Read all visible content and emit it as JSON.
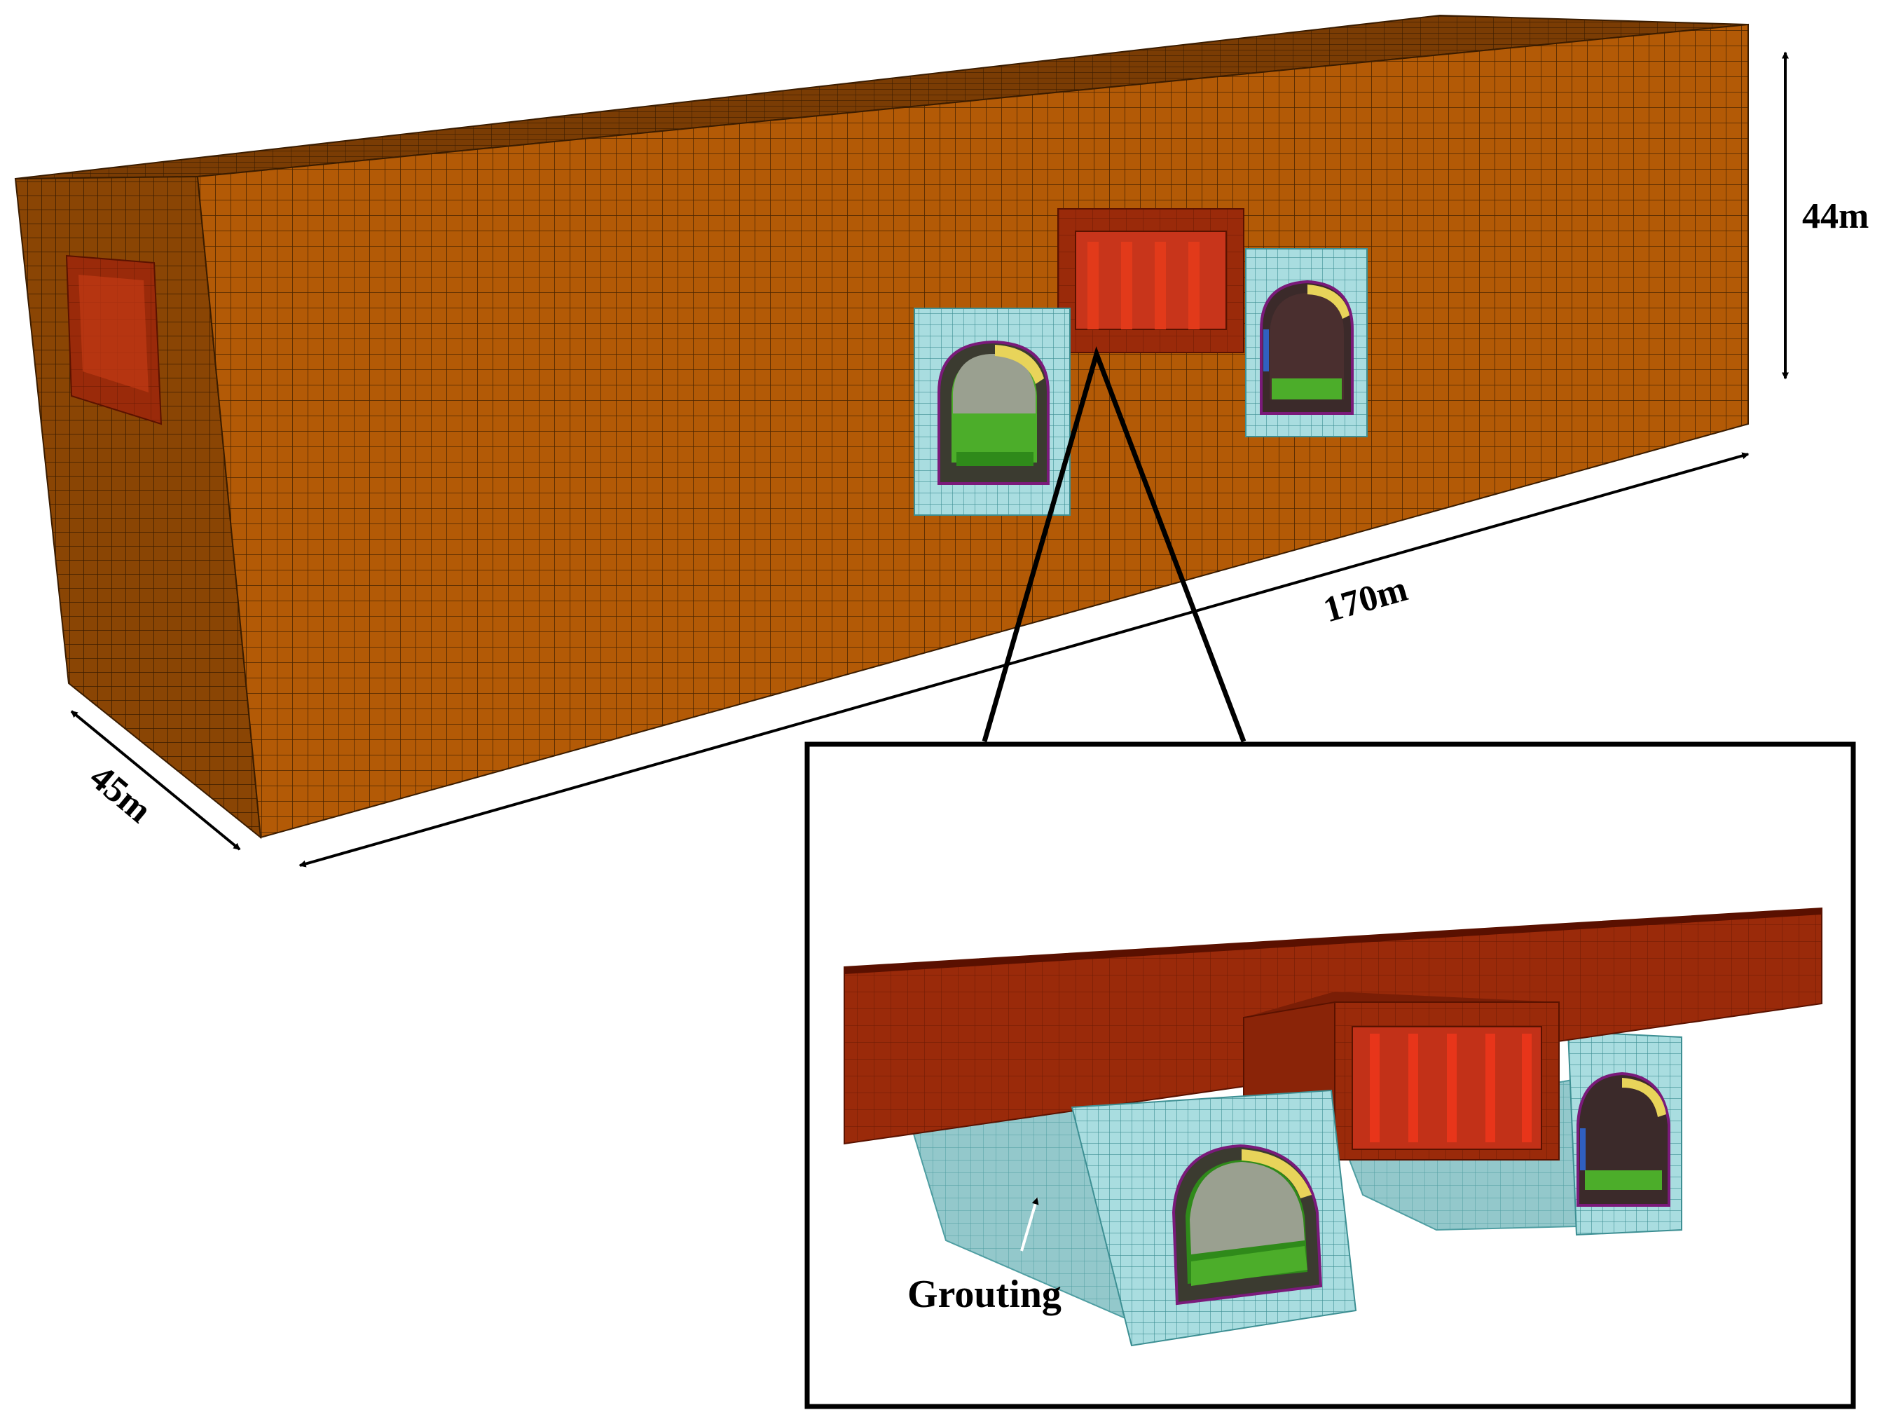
{
  "dimensions": {
    "height": "44m",
    "length": "170m",
    "width": "45m"
  },
  "inset": {
    "annotation": "Grouting"
  },
  "colors": {
    "soil": "#b35a06",
    "soil_mesh": "#4a2400",
    "structure": "#9a2a0a",
    "structure_mesh": "#5a1200",
    "grouting": "#a9dde0",
    "grouting_mesh": "#3d8f93",
    "tunnel_green": "#4cad2a",
    "lining_yellow": "#e8d45a",
    "arrow": "#000000"
  }
}
